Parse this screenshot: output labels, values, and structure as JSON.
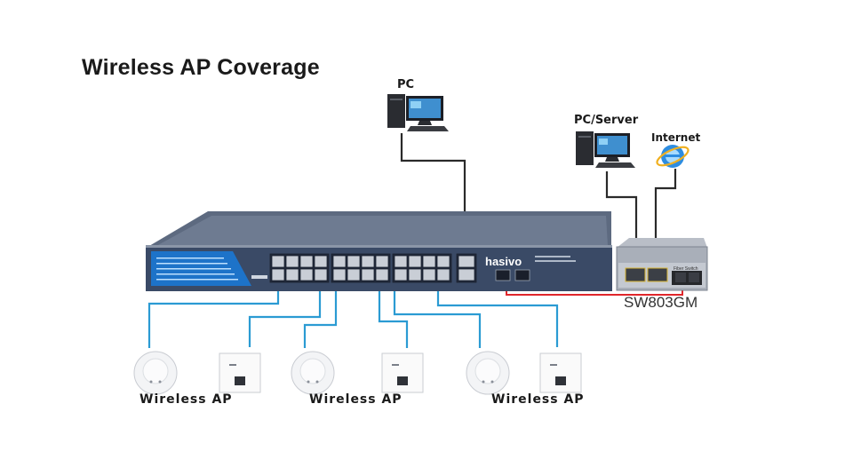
{
  "title": "Wireless AP Coverage",
  "labels": {
    "pc": "PC",
    "pc_server": "PC/Server",
    "internet": "Internet",
    "media_converter_model": "SW803GM",
    "switch_brand": "hasivo",
    "media_converter_tag": "Fiber Switch"
  },
  "access_points": [
    {
      "label": "Wireless AP"
    },
    {
      "label": "Wireless AP"
    },
    {
      "label": "Wireless AP"
    }
  ],
  "colors": {
    "ap_cable": "#2b9bd3",
    "fiber_cable": "#e0262b",
    "data_cable": "#2a2a2a",
    "switch_body": "#3a4a66",
    "switch_panel": "#1d73c9"
  },
  "icons": [
    "desktop-pc-icon",
    "desktop-server-icon",
    "internet-explorer-icon",
    "ceiling-ap-icon",
    "wall-plate-ap-icon"
  ]
}
